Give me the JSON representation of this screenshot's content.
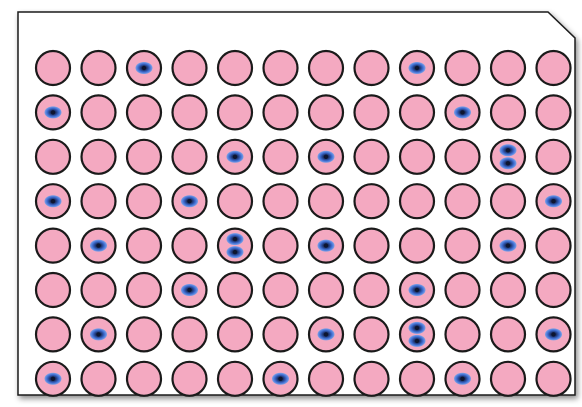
{
  "plate": {
    "rows": 8,
    "columns": 12,
    "well_fill": "#f4a9c1",
    "well_stroke": "#1a1a1a",
    "dot_fill": "#3f6fd4",
    "dot_core": "#0d1530",
    "plate_fill": "#ffffff",
    "plate_stroke": "#1a1a1a",
    "occupied_wells": [
      {
        "row": 1,
        "col": 3,
        "cells": 1
      },
      {
        "row": 1,
        "col": 9,
        "cells": 1
      },
      {
        "row": 2,
        "col": 1,
        "cells": 1
      },
      {
        "row": 2,
        "col": 10,
        "cells": 1
      },
      {
        "row": 3,
        "col": 5,
        "cells": 1
      },
      {
        "row": 3,
        "col": 7,
        "cells": 1
      },
      {
        "row": 3,
        "col": 11,
        "cells": 2
      },
      {
        "row": 4,
        "col": 1,
        "cells": 1
      },
      {
        "row": 4,
        "col": 4,
        "cells": 1
      },
      {
        "row": 4,
        "col": 12,
        "cells": 1
      },
      {
        "row": 5,
        "col": 2,
        "cells": 1
      },
      {
        "row": 5,
        "col": 5,
        "cells": 2
      },
      {
        "row": 5,
        "col": 7,
        "cells": 1
      },
      {
        "row": 5,
        "col": 11,
        "cells": 1
      },
      {
        "row": 6,
        "col": 4,
        "cells": 1
      },
      {
        "row": 6,
        "col": 9,
        "cells": 1
      },
      {
        "row": 7,
        "col": 2,
        "cells": 1
      },
      {
        "row": 7,
        "col": 7,
        "cells": 1
      },
      {
        "row": 7,
        "col": 9,
        "cells": 2
      },
      {
        "row": 7,
        "col": 12,
        "cells": 1
      },
      {
        "row": 8,
        "col": 1,
        "cells": 1
      },
      {
        "row": 8,
        "col": 6,
        "cells": 1
      },
      {
        "row": 8,
        "col": 10,
        "cells": 1
      }
    ]
  }
}
